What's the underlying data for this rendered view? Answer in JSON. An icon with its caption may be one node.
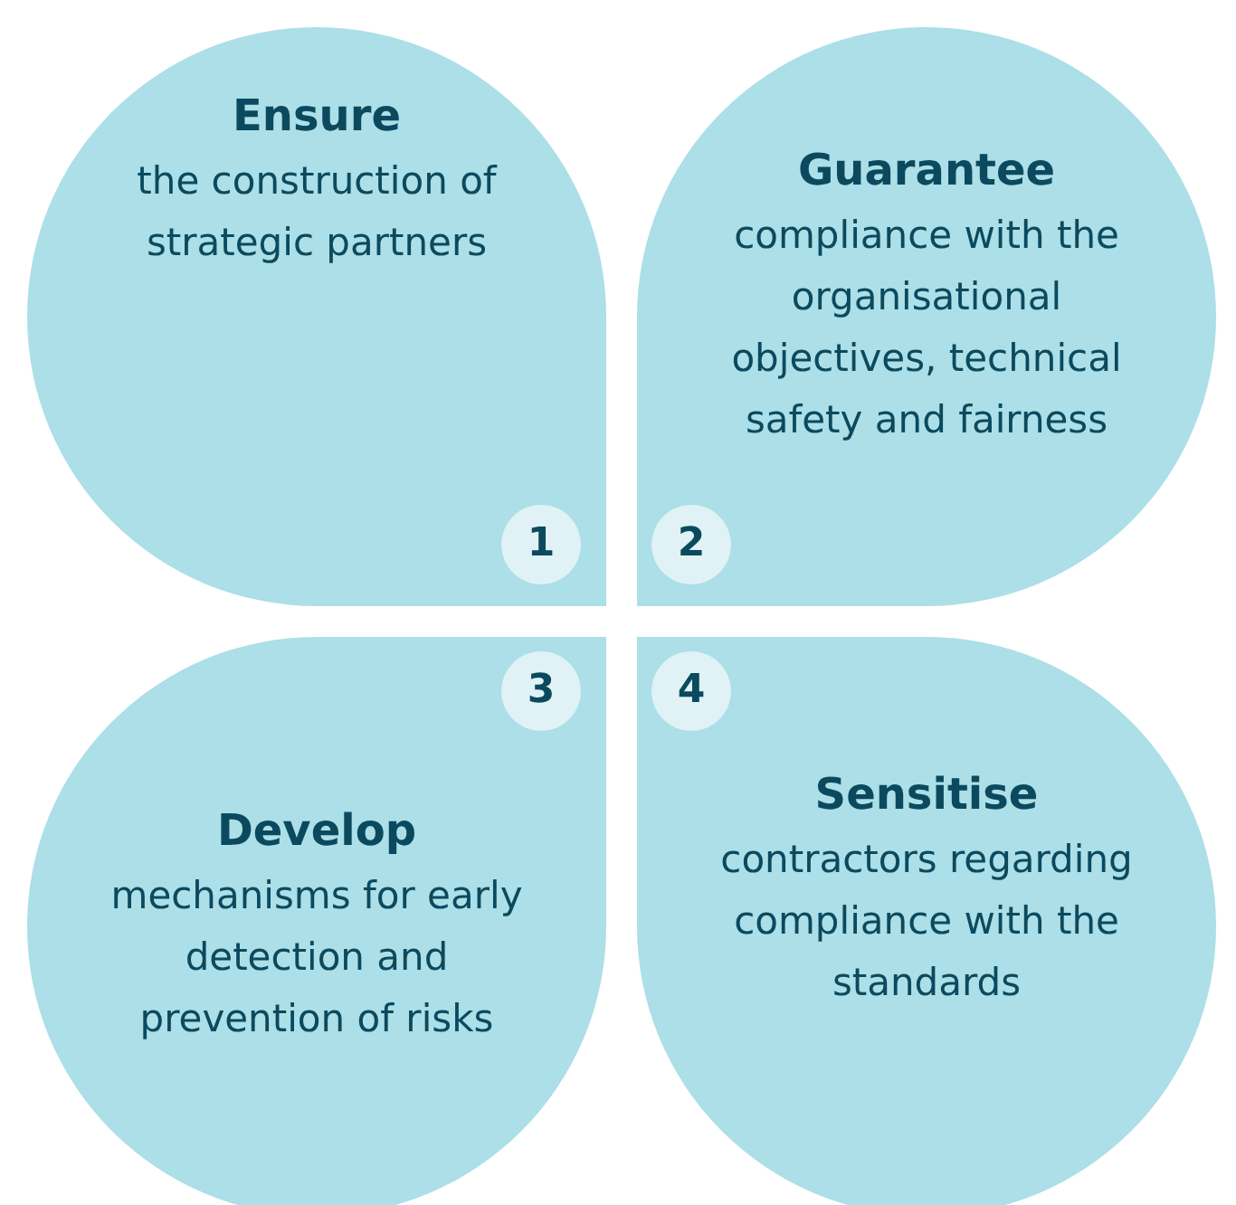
{
  "diagram": {
    "nodes": [
      {
        "text": [
          "Ensure",
          "the construction of strategic partners"
        ]
      },
      {
        "text": [
          "1"
        ],
        "in": 0
      },
      {
        "text": [
          "Guarantee",
          "compliance with the organisational objectives, technical safety and fairness"
        ]
      },
      {
        "text": [
          "2"
        ],
        "in": 2
      },
      {
        "text": [
          "Develop",
          "mechanisms for early detection and prevention of risks"
        ]
      },
      {
        "text": [
          "3"
        ],
        "in": 4
      },
      {
        "text": [
          "Sensitise",
          "contractors regarding compliance with the standards"
        ]
      },
      {
        "text": [
          "4"
        ],
        "in": 6
      }
    ],
    "edges": []
  }
}
